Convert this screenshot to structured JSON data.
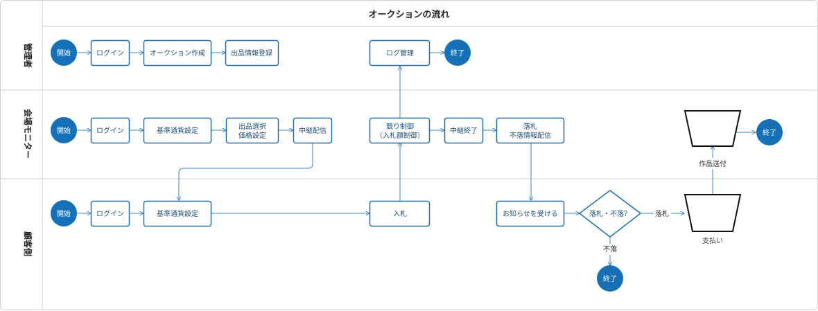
{
  "title": "オークションの流れ",
  "lanes": {
    "admin": "管理者",
    "monitor": "会場モニター",
    "customer": "顧客側"
  },
  "admin": {
    "start": "開始",
    "login": "ログイン",
    "create_auction": "オークション作成",
    "register_item": "出品情報登録",
    "log_management": "ログ管理",
    "end": "終了"
  },
  "monitor": {
    "start": "開始",
    "login": "ログイン",
    "currency_setup": "基準通貨設定",
    "item_select_1": "出品選択",
    "item_select_2": "価格設定",
    "relay": "中継配信",
    "bidding_control_1": "競り制御",
    "bidding_control_2": "（入札額制御）",
    "relay_end": "中継終了",
    "award_1": "落札",
    "award_2": "不落情報配信",
    "end": "終了"
  },
  "customer": {
    "start": "開始",
    "login": "ログイン",
    "currency_setup": "基準通貨設定",
    "bid": "入札",
    "receive_notice": "お知らせを受ける",
    "decision": "落札・不落？",
    "won_label": "落札",
    "lost_label": "不落",
    "end": "終了",
    "payment": "支払い",
    "shipping": "作品送付"
  },
  "colors": {
    "accent": "#1570b8",
    "edge": "#3b86c6",
    "border": "#cfcfcf"
  }
}
